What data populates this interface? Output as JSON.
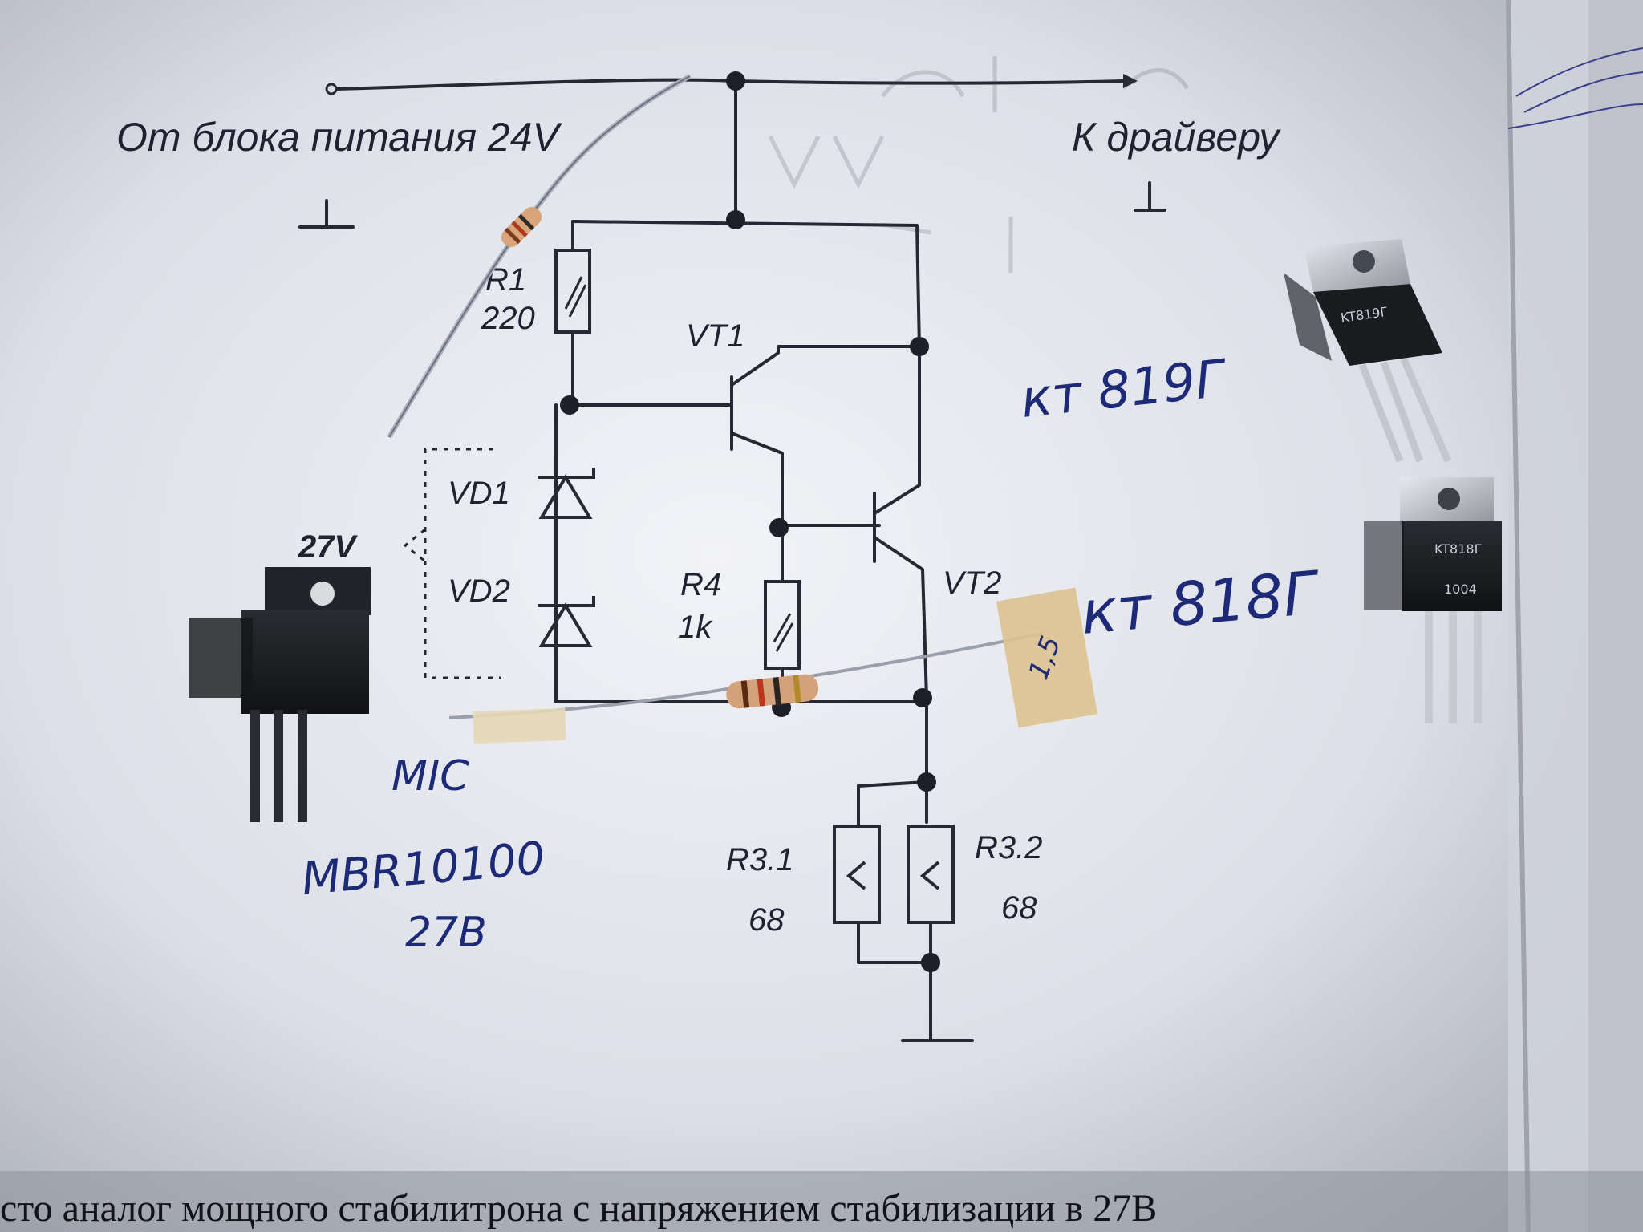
{
  "schematic": {
    "source_label": "От блока питания 24V",
    "driver_label": "К драйверу",
    "components": {
      "r1": {
        "name": "R1",
        "value": "220"
      },
      "vt1": {
        "name": "VT1"
      },
      "vt2": {
        "name": "VT2"
      },
      "vd1": {
        "name": "VD1"
      },
      "vd2": {
        "name": "VD2"
      },
      "r4": {
        "name": "R4",
        "value": "1k"
      },
      "r3_1": {
        "name": "R3.1",
        "value": "68"
      },
      "r3_2": {
        "name": "R3.2",
        "value": "68"
      }
    }
  },
  "handwritten": {
    "vt1_part": "кт 819Г",
    "vt2_part": "кт 818Г",
    "mic": "MIC",
    "mbr": "MBR10100",
    "voltage": "27В",
    "tape_note": "1,5"
  },
  "parts": {
    "zener_chip_label": "27V",
    "chip_819_marking": "KT819Г",
    "chip_818_marking": "KT818Г",
    "chip_818_code": "1004"
  },
  "caption": "сто аналог мощного стабилитрона с напряжением стабилизации в 27В",
  "colors": {
    "paper": "#e6e8ee",
    "ink_print": "#1f2230",
    "ink_handwritten": "#1c2a78",
    "chip_body": "#1a1b1f",
    "chip_tab": "#b7bac0"
  }
}
